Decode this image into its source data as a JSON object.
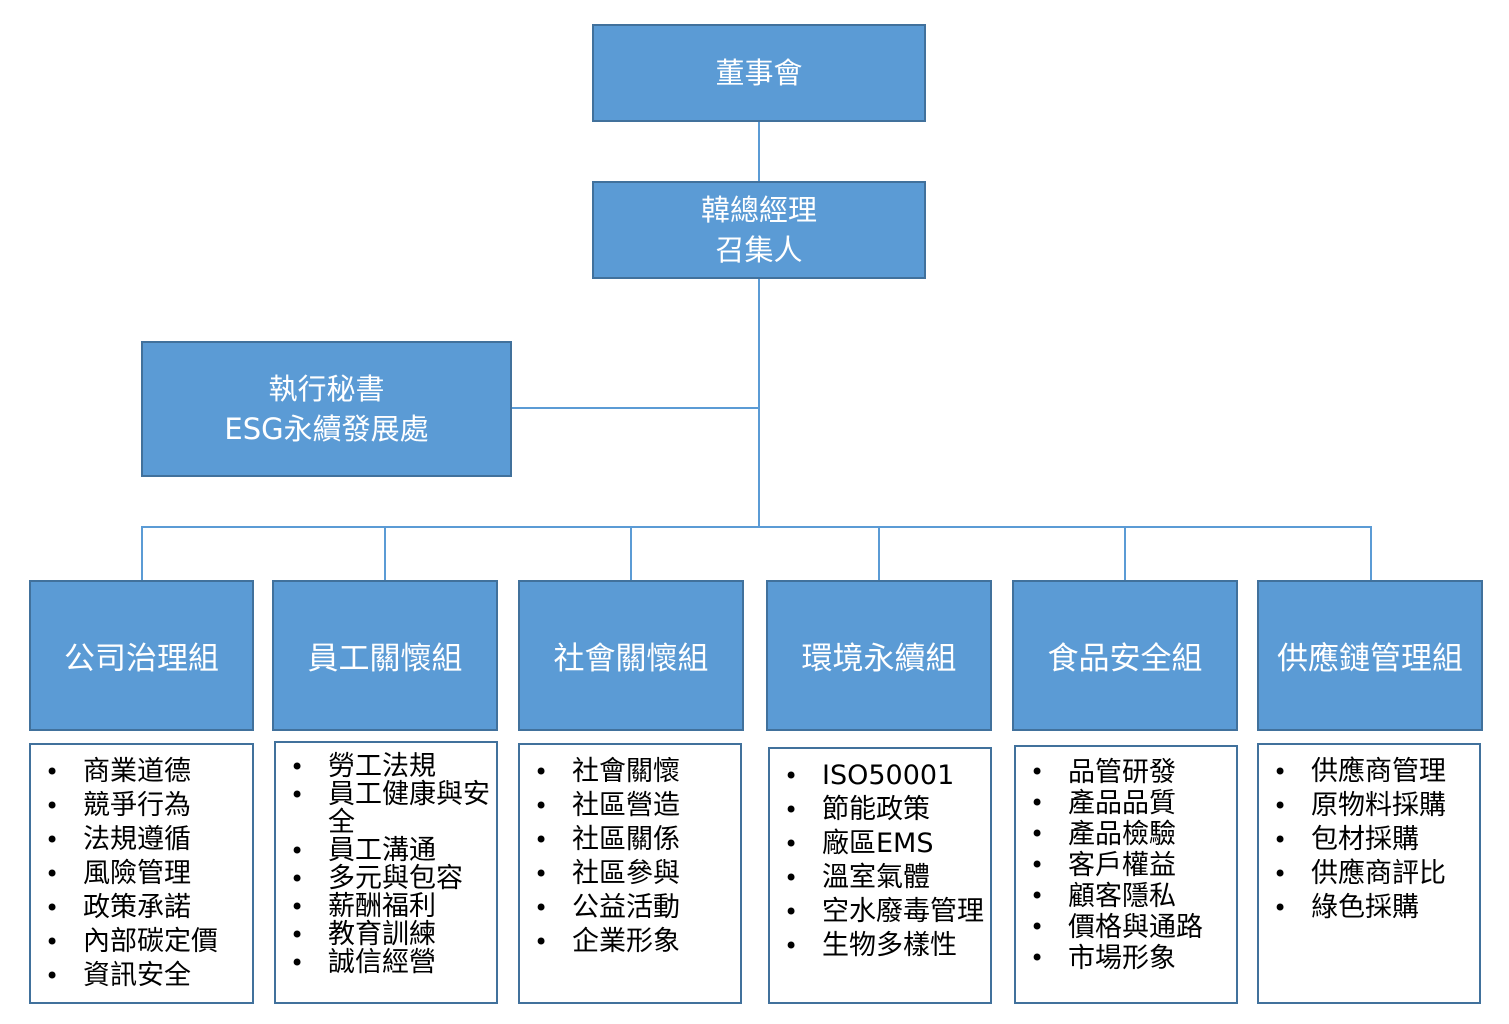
{
  "board": {
    "label": "董事會"
  },
  "gm": {
    "line1": "韓總經理",
    "line2": "召集人"
  },
  "secretary": {
    "line1": "執行秘書",
    "line2": "ESG永續發展處"
  },
  "groups": [
    {
      "title": "公司治理組",
      "items": [
        "商業道德",
        "競爭行為",
        "法規遵循",
        "風險管理",
        "政策承諾",
        "內部碳定價",
        "資訊安全"
      ]
    },
    {
      "title": "員工關懷組",
      "items": [
        "勞工法規",
        "員工健康與安全",
        "員工溝通",
        "多元與包容",
        "薪酬福利",
        "教育訓練",
        "誠信經營"
      ]
    },
    {
      "title": "社會關懷組",
      "items": [
        "社會關懷",
        "社區營造",
        "社區關係",
        "社區參與",
        "公益活動",
        "企業形象"
      ]
    },
    {
      "title": "環境永續組",
      "items": [
        "ISO50001",
        "節能政策",
        "廠區EMS",
        "溫室氣體",
        "空水廢毒管理",
        "生物多樣性"
      ]
    },
    {
      "title": "食品安全組",
      "items": [
        "品管研發",
        "產品品質",
        "產品檢驗",
        "客戶權益",
        "顧客隱私",
        "價格與通路",
        "市場形象"
      ]
    },
    {
      "title": "供應鏈管理組",
      "items": [
        "供應商管理",
        "原物料採購",
        "包材採購",
        "供應商評比",
        "綠色採購"
      ]
    }
  ]
}
